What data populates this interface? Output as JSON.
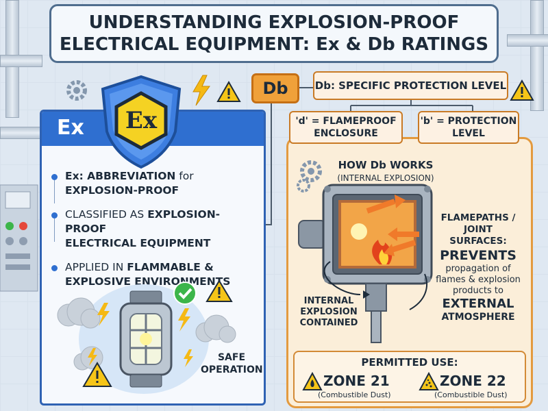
{
  "title": {
    "line1": "UNDERSTANDING EXPLOSION-PROOF",
    "line2": "ELECTRICAL EQUIPMENT: Ex & Db RATINGS"
  },
  "ex_section": {
    "header": "Ex",
    "shield_label": "Ex",
    "bullets": [
      {
        "bold": "Ex: ABBREVIATION",
        "rest": " for",
        "line2": "EXPLOSION-PROOF"
      },
      {
        "rest": "CLASSIFIED AS ",
        "bold": "EXPLOSION-PROOF",
        "line2": "ELECTRICAL EQUIPMENT"
      },
      {
        "rest": "APPLIED IN ",
        "bold": "FLAMMABLE &",
        "line2": "EXPLOSIVE ENVIRONMENTS"
      }
    ],
    "safe_label": "SAFE OPERATION"
  },
  "db_section": {
    "tag": "Db",
    "title": "Db: SPECIFIC PROTECTION LEVEL",
    "d_box": {
      "line1": "'d' = FLAMEPROOF",
      "line2": "ENCLOSURE"
    },
    "b_box": {
      "line1": "'b' = PROTECTION",
      "line2": "LEVEL"
    },
    "how_title": "HOW Db WORKS",
    "how_sub": "(INTERNAL EXPLOSION)",
    "flame": {
      "line1": "FLAMEPATHS /",
      "line2": "JOINT",
      "line3": "SURFACES:",
      "prevents": "PREVENTS",
      "line4": "propagation of",
      "line5": "flames & explosion",
      "line6": "products to",
      "external": "EXTERNAL",
      "atmosphere": "ATMOSPHERE"
    },
    "internal": {
      "line1": "INTERNAL",
      "line2": "EXPLOSION",
      "line3": "CONTAINED"
    },
    "permitted": {
      "label": "PERMITTED USE:",
      "zones": [
        {
          "name": "ZONE 21",
          "desc": "(Combustible Dust)"
        },
        {
          "name": "ZONE 22",
          "desc": "(Combustible Dust)"
        }
      ]
    }
  },
  "colors": {
    "ex_blue": "#2f6fd0",
    "db_orange": "#f0a13a",
    "warning_yellow": "#f5c518",
    "check_green": "#3cb54a"
  }
}
